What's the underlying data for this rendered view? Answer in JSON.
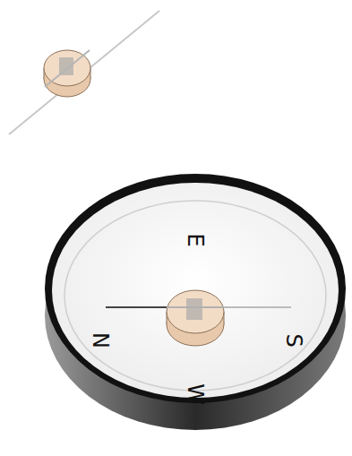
{
  "diagram": {
    "labels": [
      "E",
      "N",
      "S",
      "W"
    ]
  }
}
